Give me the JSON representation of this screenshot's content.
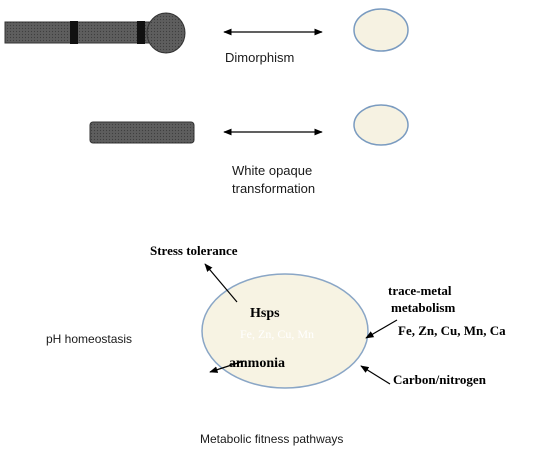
{
  "labels": {
    "dimorphism": "Dimorphism",
    "white_opaque_line1": "White opaque",
    "white_opaque_line2": "transformation",
    "stress_tolerance": "Stress tolerance",
    "hsps": "Hsps",
    "oval_inner": "Fe, Zn, Cu, Mn",
    "ph_homeostasis": "pH homeostasis",
    "ammonia": "ammonia",
    "trace_metal_line1": "trace-metal",
    "trace_metal_line2": "metabolism",
    "metals": "Fe, Zn, Cu, Mn, Ca",
    "carbon_nitrogen": "Carbon/nitrogen",
    "caption": "Metabolic fitness pathways"
  },
  "colors": {
    "hypha": "#5b5b5b",
    "band": "#111111",
    "yeast_fill": "#f6f2e2",
    "yeast_stroke": "#7a9bc0",
    "big_oval_fill": "#f7f3e3",
    "big_oval_stroke": "#8aa6c6"
  }
}
